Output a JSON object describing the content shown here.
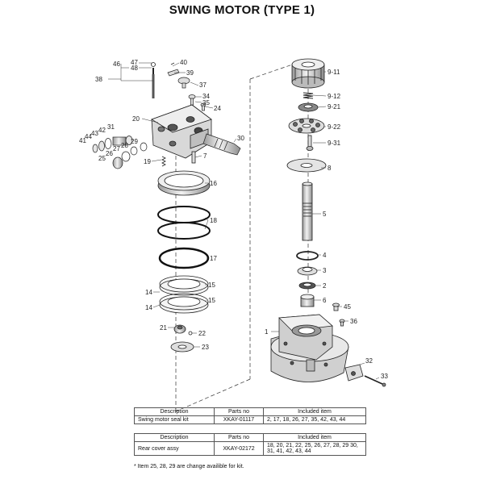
{
  "title": "SWING MOTOR (TYPE 1)",
  "callouts": {
    "c1": "1",
    "c2": "2",
    "c3": "3",
    "c4": "4",
    "c5": "5",
    "c6": "6",
    "c7": "7",
    "c8": "8",
    "c14a": "14",
    "c14b": "14",
    "c15a": "15",
    "c15b": "15",
    "c16": "16",
    "c17": "17",
    "c18": "18",
    "c19": "19",
    "c20": "20",
    "c21": "21",
    "c22": "22",
    "c23": "23",
    "c24": "24",
    "c25": "25",
    "c26": "26",
    "c27": "27",
    "c28": "28",
    "c29": "29",
    "c30": "30",
    "c31": "31",
    "c32": "32",
    "c33": "33",
    "c34": "34",
    "c35": "35",
    "c36": "36",
    "c37": "37",
    "c38": "38",
    "c39": "39",
    "c40": "40",
    "c41": "41",
    "c42": "42",
    "c43": "43",
    "c44": "44",
    "c45": "45",
    "c46": "46",
    "c47": "47",
    "c48": "48",
    "c9_11": "9-11",
    "c9_12": "9-12",
    "c9_21": "9-21",
    "c9_22": "9-22",
    "c9_31": "9-31"
  },
  "tables": [
    {
      "headers": [
        "Description",
        "Parts no",
        "Included item"
      ],
      "row": {
        "description": "Swing motor seal kit",
        "parts_no": "XKAY-01117",
        "included": "2, 17, 18, 26, 27, 35, 42, 43, 44"
      }
    },
    {
      "headers": [
        "Description",
        "Parts no",
        "Included item"
      ],
      "row": {
        "description": "Rear cover assy",
        "parts_no": "XKAY-02172",
        "included": "18, 20, 21, 22, 25, 26, 27, 28, 29 30, 31, 41, 42, 43, 44"
      }
    }
  ],
  "note": "* Item 25, 28, 29 are change availible for kit."
}
